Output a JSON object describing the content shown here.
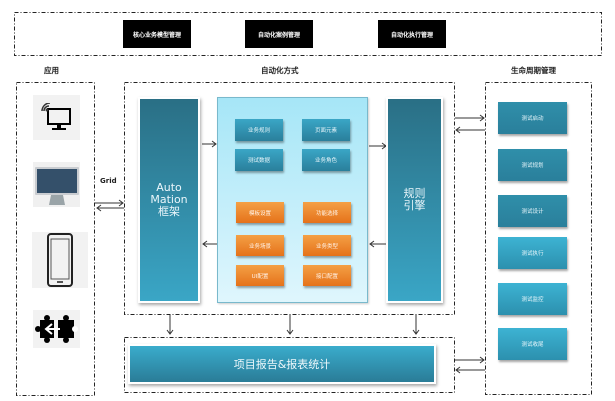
{
  "top_bar": {
    "items": [
      "核心业务模型管理",
      "自动化案例管理",
      "自动化执行管理"
    ]
  },
  "sections": {
    "apps_title": "应用",
    "automation_title": "自动化方式",
    "lifecycle_title": "生命周期管理"
  },
  "apps": {
    "icons": [
      "wireless-computer-icon",
      "desktop-monitor-icon",
      "smartphone-icon",
      "puzzle-connector-icon"
    ],
    "link_label": "Grid"
  },
  "automation": {
    "framework_label_lines": [
      "Auto",
      "Mation",
      "框架"
    ],
    "engine_label_lines": [
      "规则",
      "引擎"
    ],
    "blue_items": [
      "业务规则",
      "页面元素",
      "测试数据",
      "业务角色"
    ],
    "orange_items": [
      "模板设置",
      "功能选择",
      "业务场景",
      "业务类型",
      "UI配置",
      "接口配置"
    ]
  },
  "lifecycle": {
    "items": [
      "测试启动",
      "测试规划",
      "测试设计",
      "测试执行",
      "测试监控",
      "测试收尾"
    ]
  },
  "report": {
    "label": "项目报告&报表统计"
  },
  "colors": {
    "teal_dark": "#2a6f85",
    "teal_light": "#3aa6c6",
    "panel_light": "#a6e6f7",
    "orange": "#e5721a",
    "black": "#000000"
  }
}
